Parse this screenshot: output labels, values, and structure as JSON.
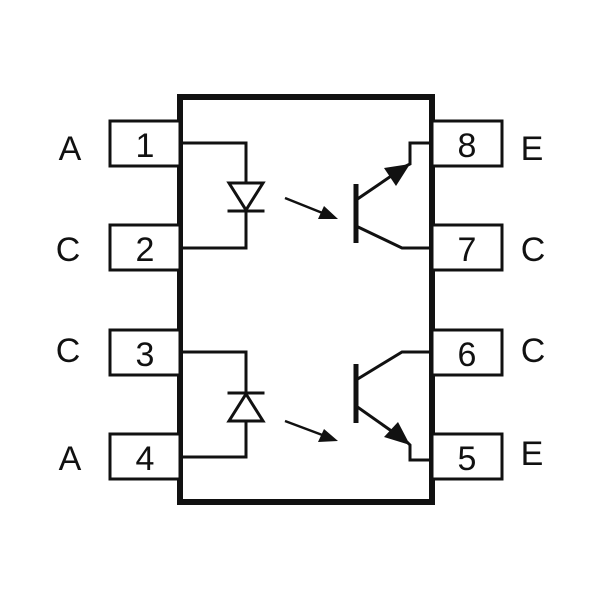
{
  "pins": [
    {
      "number": "1",
      "signal": "A"
    },
    {
      "number": "2",
      "signal": "C"
    },
    {
      "number": "3",
      "signal": "C"
    },
    {
      "number": "4",
      "signal": "A"
    },
    {
      "number": "5",
      "signal": "E"
    },
    {
      "number": "6",
      "signal": "C"
    },
    {
      "number": "7",
      "signal": "C"
    },
    {
      "number": "8",
      "signal": "E"
    }
  ],
  "colors": {
    "stroke": "#111111",
    "background": "#ffffff"
  }
}
